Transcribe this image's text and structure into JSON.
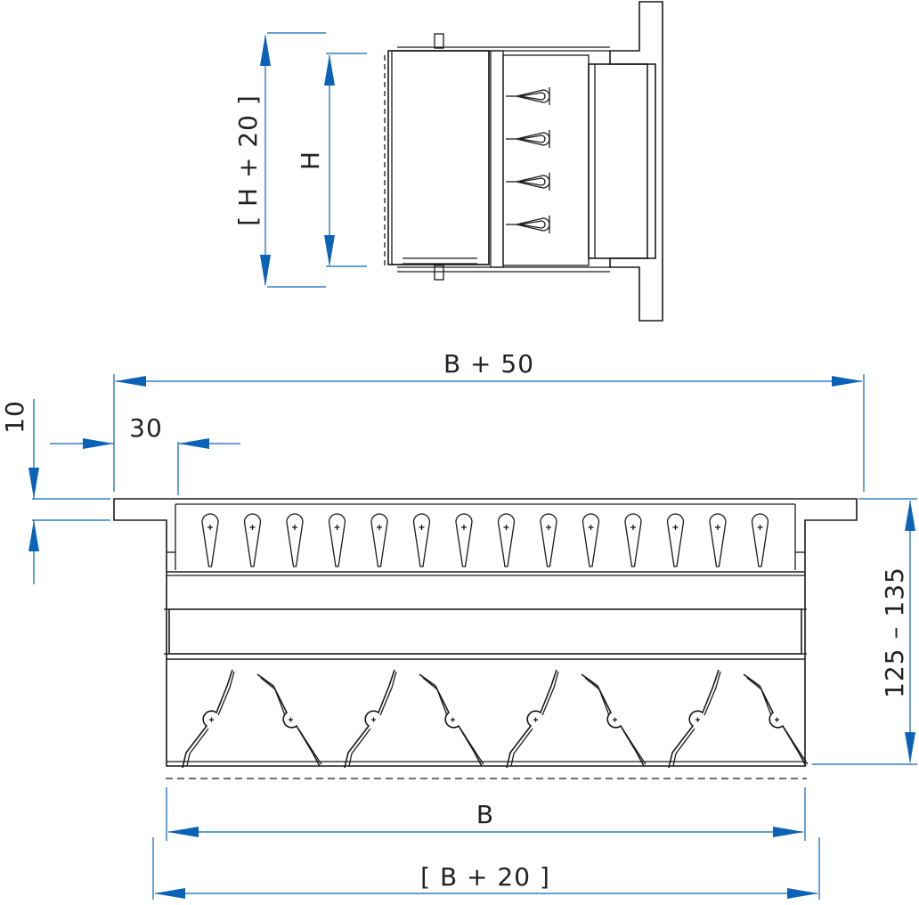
{
  "labels": {
    "h_plus_20": "[ H + 20 ]",
    "h": "H",
    "b_plus_50": "B + 50",
    "thirty": "30",
    "ten": "10",
    "range": "125 – 135",
    "b": "B",
    "b_plus_20": "[ B + 20 ]"
  },
  "counts": {
    "top_blades": 14,
    "side_clips": 4,
    "bottom_dampers": 8
  },
  "colors": {
    "line": "#1a1a1a",
    "dimension": "#0b63b8",
    "background": "#ffffff"
  }
}
